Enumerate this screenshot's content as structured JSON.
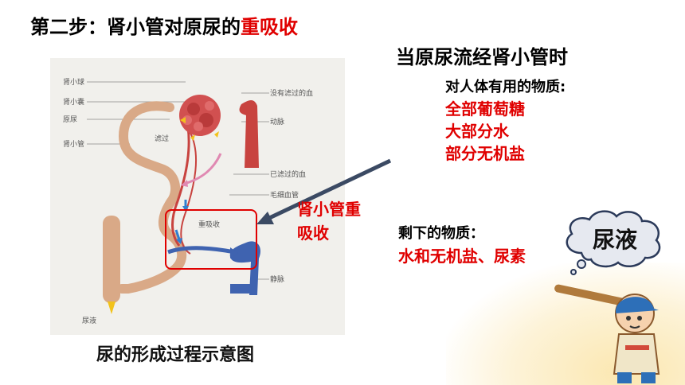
{
  "slide": {
    "title_prefix": "第二步：肾小管对原尿的",
    "title_highlight": "重吸收",
    "caption": "尿的形成过程示意图",
    "heading": "当原尿流经肾小管时",
    "useful_title": "对人体有用的物质:",
    "useful_items": [
      "全部葡萄糖",
      "大部分水",
      "部分无机盐"
    ],
    "reabsorption_label_line1": "肾小管重",
    "reabsorption_label_line2": "吸收",
    "remaining_title": "剩下的物质：",
    "remaining_value": "水和无机盐、尿素",
    "urine_bubble": "尿液"
  },
  "diagram": {
    "labels_left": [
      "肾小球",
      "肾小囊",
      "原尿",
      "肾小管"
    ],
    "label_filter": "滤过",
    "label_unfiltered_blood": "没有滤过的血",
    "label_artery": "动脉",
    "label_filtered_blood": "已滤过的血",
    "label_capillary": "毛细血管",
    "label_reabsorption": "重吸收",
    "label_vein": "静脉",
    "label_urine": "尿液"
  },
  "colors": {
    "highlight_red": "#e00000",
    "artery_red": "#c8433f",
    "vein_blue": "#3f63b0",
    "tubule_tan": "#d9a987"
  }
}
